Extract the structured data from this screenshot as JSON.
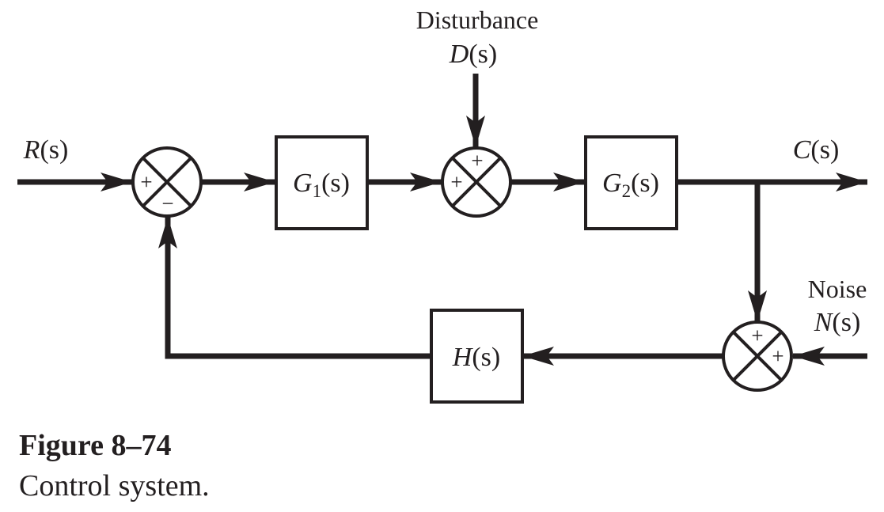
{
  "diagram": {
    "signals": {
      "input": {
        "name": "R",
        "arg": "(s)"
      },
      "output": {
        "name": "C",
        "arg": "(s)"
      },
      "disturbance": {
        "title": "Disturbance",
        "name": "D",
        "arg": "(s)"
      },
      "noise": {
        "title": "Noise",
        "name": "N",
        "arg": "(s)"
      }
    },
    "blocks": {
      "g1": {
        "name": "G",
        "sub": "1",
        "arg": "(s)"
      },
      "g2": {
        "name": "G",
        "sub": "2",
        "arg": "(s)"
      },
      "h": {
        "name": "H",
        "arg": "(s)"
      }
    },
    "junctions": {
      "sum1": {
        "sign_left": "+",
        "sign_bottom": "−"
      },
      "sum2": {
        "sign_top": "+",
        "sign_left": "+"
      },
      "sum3": {
        "sign_top": "+",
        "sign_right": "+"
      }
    }
  },
  "caption": {
    "title": "Figure 8–74",
    "text": "Control system."
  },
  "colors": {
    "ink": "#231f20"
  }
}
